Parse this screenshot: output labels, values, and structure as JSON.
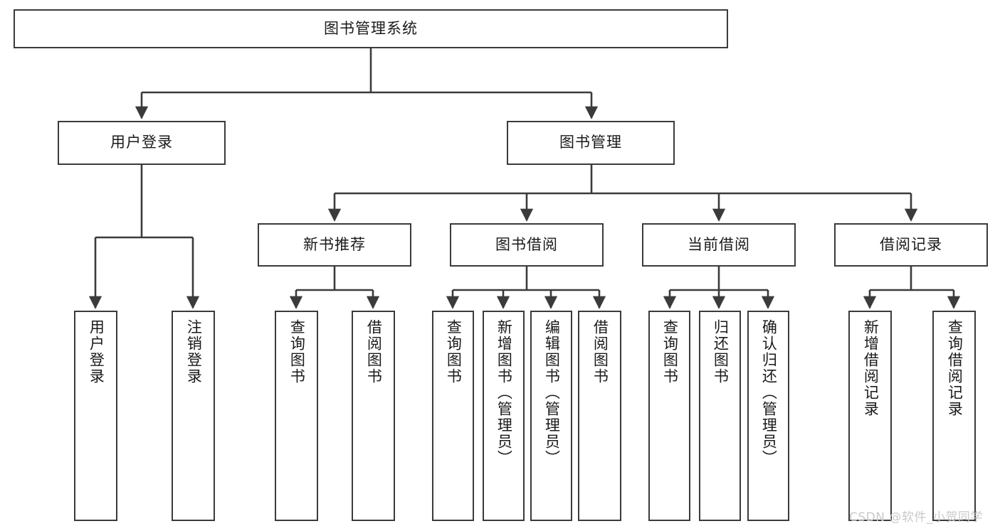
{
  "diagram": {
    "title": "图书管理系统",
    "type": "tree-hierarchy-chart",
    "orientation": "top-down",
    "colors": {
      "box_border": "#3b3b3b",
      "box_fill": "#ffffff",
      "edge": "#3b3b3b",
      "text": "#1a1a1a",
      "watermark": "#c9c9c9",
      "background": "#ffffff"
    }
  },
  "watermark": {
    "text": "CSDN @软件_小贺同学"
  },
  "nodes": {
    "root": {
      "label": "图书管理系统"
    },
    "level2": [
      {
        "id": "user-login",
        "label": "用户登录"
      },
      {
        "id": "book-management",
        "label": "图书管理"
      }
    ],
    "level3": [
      {
        "id": "new-book-recommend",
        "label": "新书推荐"
      },
      {
        "id": "book-borrow",
        "label": "图书借阅"
      },
      {
        "id": "current-borrow",
        "label": "当前借阅"
      },
      {
        "id": "borrow-record",
        "label": "借阅记录"
      }
    ],
    "leaves": {
      "user_login": [
        {
          "id": "leaf-user-login",
          "label": "用户登录"
        },
        {
          "id": "leaf-logout-login",
          "label": "注销登录"
        }
      ],
      "new_book_recommend": [
        {
          "id": "leaf-query-book-1",
          "label": "查询图书"
        },
        {
          "id": "leaf-borrow-book-1",
          "label": "借阅图书"
        }
      ],
      "book_borrow": [
        {
          "id": "leaf-query-book-2",
          "label": "查询图书"
        },
        {
          "id": "leaf-add-book",
          "label": "新增图书（管理员）"
        },
        {
          "id": "leaf-edit-book",
          "label": "编辑图书（管理员）"
        },
        {
          "id": "leaf-borrow-book-2",
          "label": "借阅图书"
        }
      ],
      "current_borrow": [
        {
          "id": "leaf-query-book-3",
          "label": "查询图书"
        },
        {
          "id": "leaf-return-book",
          "label": "归还图书"
        },
        {
          "id": "leaf-confirm-return",
          "label": "确认归还（管理员）"
        }
      ],
      "borrow_record": [
        {
          "id": "leaf-add-record",
          "label": "新增借阅记录"
        },
        {
          "id": "leaf-query-record",
          "label": "查询借阅记录"
        }
      ]
    }
  }
}
